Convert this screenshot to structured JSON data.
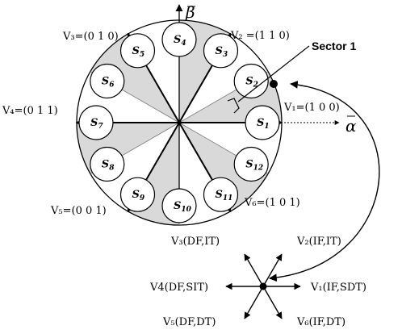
{
  "diagram": {
    "axes": {
      "beta": "β",
      "alpha": "α"
    },
    "sector_note": "Sector 1",
    "sectors": [
      {
        "letter": "S",
        "index": "1"
      },
      {
        "letter": "S",
        "index": "2"
      },
      {
        "letter": "S",
        "index": "3"
      },
      {
        "letter": "S",
        "index": "4"
      },
      {
        "letter": "S",
        "index": "5"
      },
      {
        "letter": "S",
        "index": "6"
      },
      {
        "letter": "S",
        "index": "7"
      },
      {
        "letter": "S",
        "index": "8"
      },
      {
        "letter": "S",
        "index": "9"
      },
      {
        "letter": "S",
        "index": "10"
      },
      {
        "letter": "S",
        "index": "11"
      },
      {
        "letter": "S",
        "index": "12"
      }
    ],
    "vectors": {
      "v1": "V₁=(1 0 0)",
      "v2": "V₂ =(1 1 0)",
      "v3": "V₃=(0 1 0)",
      "v4": "V₄=(0 1 1)",
      "v5": "V₅=(0 0 1)",
      "v6": "V₆=(1 0 1)"
    },
    "table": {
      "v3": "V₃(DF,IT)",
      "v2": "V₂(IF,IT)",
      "v4": "V4(DF,SIT)",
      "v1": "V₁(IF,SDT)",
      "v5": "V₅(DF,DT)",
      "v6": "V₆(IF,DT)"
    }
  }
}
